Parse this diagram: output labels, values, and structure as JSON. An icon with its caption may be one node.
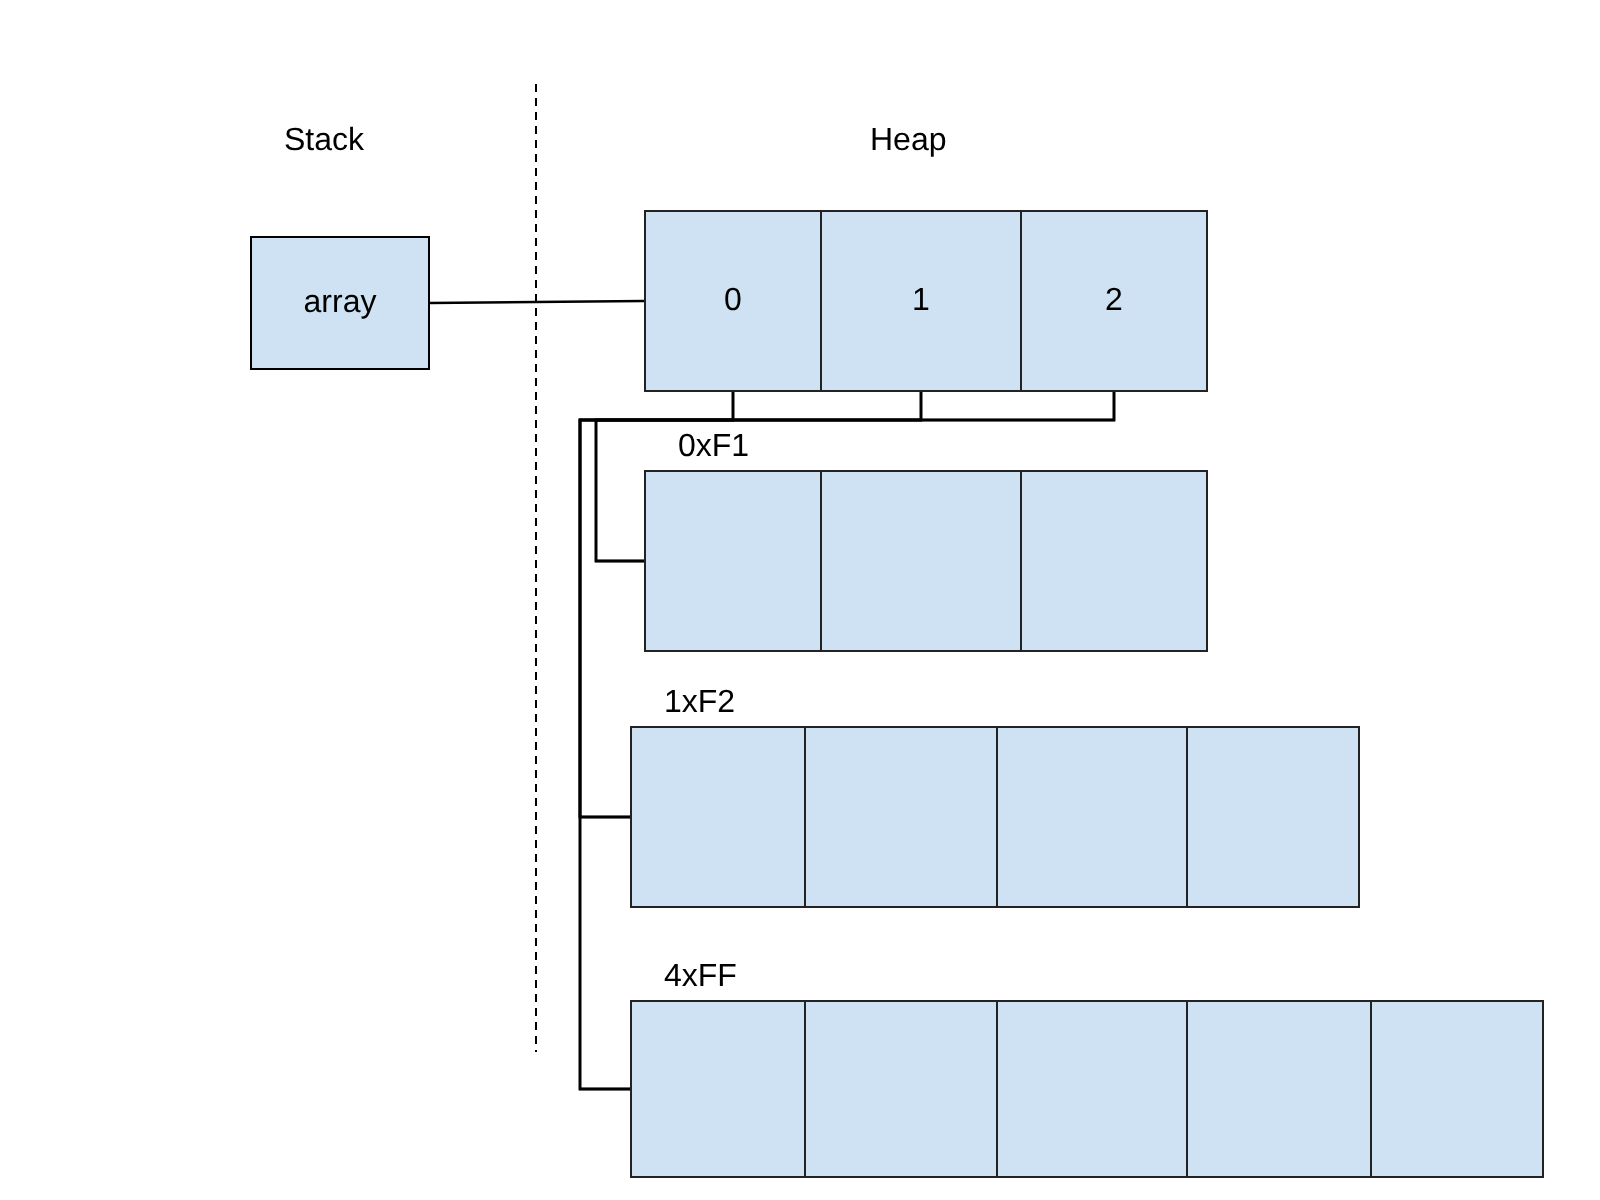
{
  "diagram": {
    "nodes": [
      {
        "text": [
          "array"
        ]
      },
      {
        "text": [],
        "shape": "box"
      },
      {
        "text": [
          "0"
        ],
        "in": 1
      },
      {
        "text": [
          "1"
        ],
        "in": 1
      },
      {
        "text": [
          "2"
        ],
        "in": 1
      },
      {
        "text": [
          "0xF1"
        ]
      },
      {
        "text": [],
        "shape": "box",
        "in": 5
      },
      {
        "text": [],
        "shape": "box",
        "in": 5
      },
      {
        "text": [],
        "shape": "box",
        "in": 5
      },
      {
        "text": [
          "1xF2"
        ]
      },
      {
        "text": [],
        "shape": "box",
        "in": 9
      },
      {
        "text": [],
        "shape": "box",
        "in": 9
      },
      {
        "text": [],
        "shape": "box",
        "in": 9
      },
      {
        "text": [],
        "shape": "box",
        "in": 9
      },
      {
        "text": [
          "4xFF"
        ]
      },
      {
        "text": [],
        "shape": "box",
        "in": 14
      },
      {
        "text": [],
        "shape": "box",
        "in": 14
      },
      {
        "text": [],
        "shape": "box",
        "in": 14
      },
      {
        "text": [],
        "shape": "box",
        "in": 14
      },
      {
        "text": [],
        "shape": "box",
        "in": 14
      }
    ],
    "edges": [
      {
        "from": 0,
        "to": 1,
        "arrow": "none"
      },
      {
        "from": 2,
        "to": 5,
        "arrow": "none"
      },
      {
        "from": 2,
        "to": 9,
        "arrow": "none"
      },
      {
        "from": 2,
        "to": 14,
        "arrow": "none"
      },
      {
        "from": 3,
        "to": 5,
        "arrow": "none"
      },
      {
        "from": 3,
        "to": 9,
        "arrow": "none"
      },
      {
        "from": 3,
        "to": 14,
        "arrow": "none"
      },
      {
        "from": 4,
        "to": 5,
        "arrow": "none"
      },
      {
        "from": 4,
        "to": 9,
        "arrow": "none"
      },
      {
        "from": 4,
        "to": 14,
        "arrow": "none"
      }
    ],
    "labels": [
      "Stack",
      "Heap"
    ]
  }
}
